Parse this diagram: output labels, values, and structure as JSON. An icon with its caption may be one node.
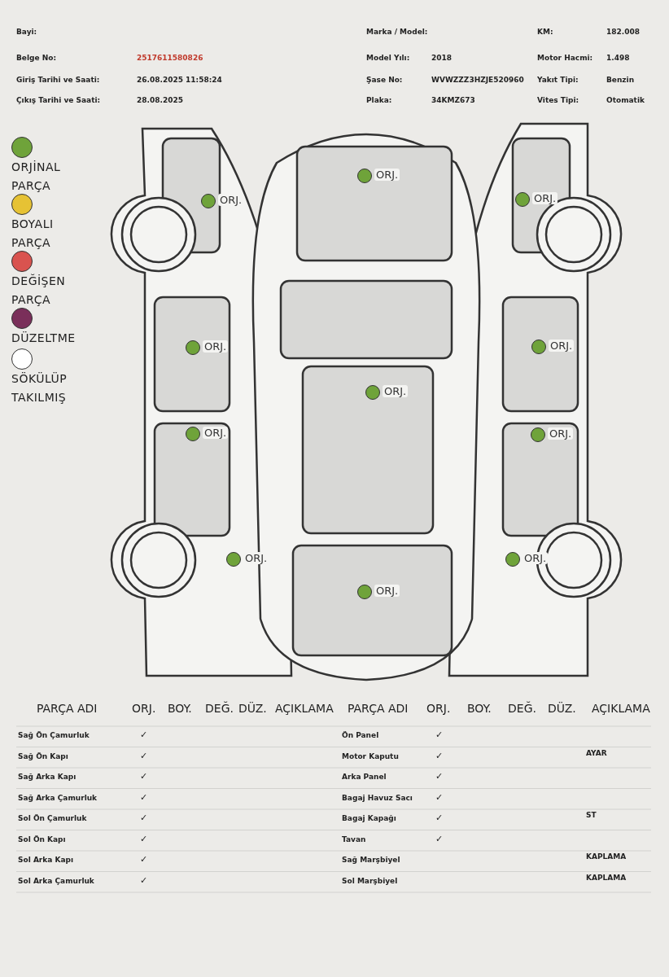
{
  "diagram": {
    "labels": [
      "Bayi:",
      "Marka / Model:",
      "KM:",
      "182.008",
      "Belge No:",
      "2517611580826",
      "Model Yılı:",
      "2018",
      "Motor Hacmi:",
      "1.498",
      "Giriş Tarihi ve Saati:",
      "26.08.2025 11:58:24",
      "Şase No:",
      "WVWZZZ3HZJE520960",
      "Yakıt Tipi:",
      "Benzin",
      "Çıkış Tarihi ve Saati:",
      "28.08.2025",
      "Plaka:",
      "34KMZ673",
      "Vites Tipi:",
      "Otomatik",
      "ORJ.",
      "ORJ.",
      "ORJ.",
      "ORJ.",
      "ORJ.",
      "ORJ.",
      "ORJ.",
      "ORJ.",
      "ORJ.",
      "ORJ.",
      "ORJ.",
      "PARÇA ADI",
      "ORJ.",
      "BOY.",
      "DEĞ.",
      "DÜZ.",
      "AÇIKLAMA",
      "PARÇA ADI",
      "ORJ.",
      "BOY.",
      "DEĞ.",
      "DÜZ.",
      "AÇIKLAMA",
      "Sağ Ön Çamurluk",
      "✓",
      "Ön Panel",
      "✓",
      "Sağ Ön Kapı",
      "✓",
      "Motor Kaputu",
      "✓",
      "AYAR",
      "Sağ Arka Kapı",
      "✓",
      "Arka Panel",
      "✓",
      "Sağ Arka Çamurluk",
      "✓",
      "Bagaj Havuz Sacı",
      "✓",
      "Sol Ön Çamurluk",
      "✓",
      "Bagaj Kapağı",
      "✓",
      "ST",
      "Sol Ön Kapı",
      "✓",
      "Tavan",
      "✓",
      "Sol Arka Kapı",
      "✓",
      "Sağ Marşbiyel",
      "KAPLAMA",
      "Sol Arka Çamurluk",
      "✓",
      "Sol Marşbiyel",
      "KAPLAMA"
    ],
    "legend": [
      {
        "text": "ORJİNAL PARÇA",
        "color": "#6fa33a"
      },
      {
        "text": "BOYALI PARÇA",
        "color": "#e6c234"
      },
      {
        "text": "DEĞİŞEN PARÇA",
        "color": "#d9534f"
      },
      {
        "text": "DÜZELTME",
        "color": "#7a2f5a"
      },
      {
        "text": "SÖKÜLÜP TAKILMIŞ",
        "color": "#ffffff"
      }
    ]
  }
}
